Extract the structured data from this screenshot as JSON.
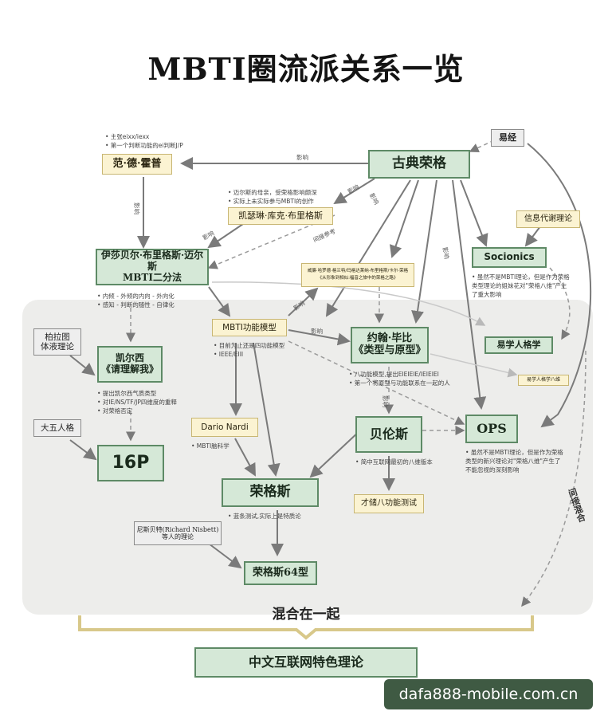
{
  "title": "MBTI圈流派关系一览",
  "nodes": {
    "yijing": "易经",
    "classic_jung": "古典荣格",
    "fan_de": "范·德·霍普",
    "katharine": "凯瑟琳·库克·布里格斯",
    "isabel_line1": "伊莎贝尔·布里格斯·迈尔斯",
    "isabel_line2": "MBTI二分法",
    "info_metab": "信息代谢理论",
    "socionics": "Socionics",
    "wittgenstein_line1": "威廉·哈罗德·格兰特/玛格达莱纳·布里格斯/卡尔·荣格",
    "wittgenstein_line2": "《从形象到相似:福音之旅中的荣格之路》",
    "mbti_func": "MBTI功能模型",
    "john_line1": "约翰·毕比",
    "john_line2": "《类型与原型》",
    "yixue": "易学人格学",
    "yixue_small": "易学人格学八维",
    "plato_line1": "柏拉图",
    "plato_line2": "体液理论",
    "keirsey_line1": "凯尔西",
    "keirsey_line2": "《请理解我》",
    "big5": "大五人格",
    "p16": "16P",
    "dario": "Dario Nardi",
    "beilun": "贝伦斯",
    "ops": "OPS",
    "jung_s": "荣格斯",
    "caiqing": "才储八功能测试",
    "nisbett_line1": "尼斯贝特(Richard Nisbett)",
    "nisbett_line2": "等人的理论",
    "jung64": "荣格斯64型",
    "bottom": "中文互联网特色理论"
  },
  "notes": {
    "fan_de": [
      "• 主张eixx/iexx",
      "• 第一个判断功能的ei判断J/P"
    ],
    "katharine": [
      "• 迈尔斯的母亲，受荣格影响颇深",
      "• 实际上未实际参与MBTI的创作"
    ],
    "isabel": [
      "• 内倾 - 外倾的内向 - 外向化",
      "• 感知 - 判断的随性 - 自律化"
    ],
    "socionics": [
      "• 虽然不是MBTI理论，但是作为荣格",
      "类型理论的姐妹花对\"荣格八维\"产生",
      "了重大影响"
    ],
    "mbti_func": [
      "• 目前为止还是四功能模型",
      "• IEEE/EIII"
    ],
    "john": [
      "• 八功能模型,提出EIEIEIE/IEIEIEI",
      "• 第一个将原型与功能联系在一起的人"
    ],
    "keirsey": [
      "• 提出凯尔西气质类型",
      "• 对IE/NS/TF/JP四维度的重释",
      "• 对荣格否定"
    ],
    "dario": [
      "• MBTI脑科学"
    ],
    "beilun": [
      "• 简中互联网最初的八维版本"
    ],
    "ops": [
      "• 虽然不是MBTI理论，但是作为荣格",
      "类型的新兴理论对\"荣格八维\"产生了",
      "不能忽视的深刻影响"
    ],
    "jung_s": [
      "• 蓝条测试,实际上是特质论"
    ]
  },
  "edge_labels": {
    "yingxiang": "影响",
    "jianjie_cankao": "间接参考",
    "jianjie_hunhe": "间接混合"
  },
  "bracket_label": "混合在一起",
  "watermark": "dafa888-mobile.com.cn"
}
